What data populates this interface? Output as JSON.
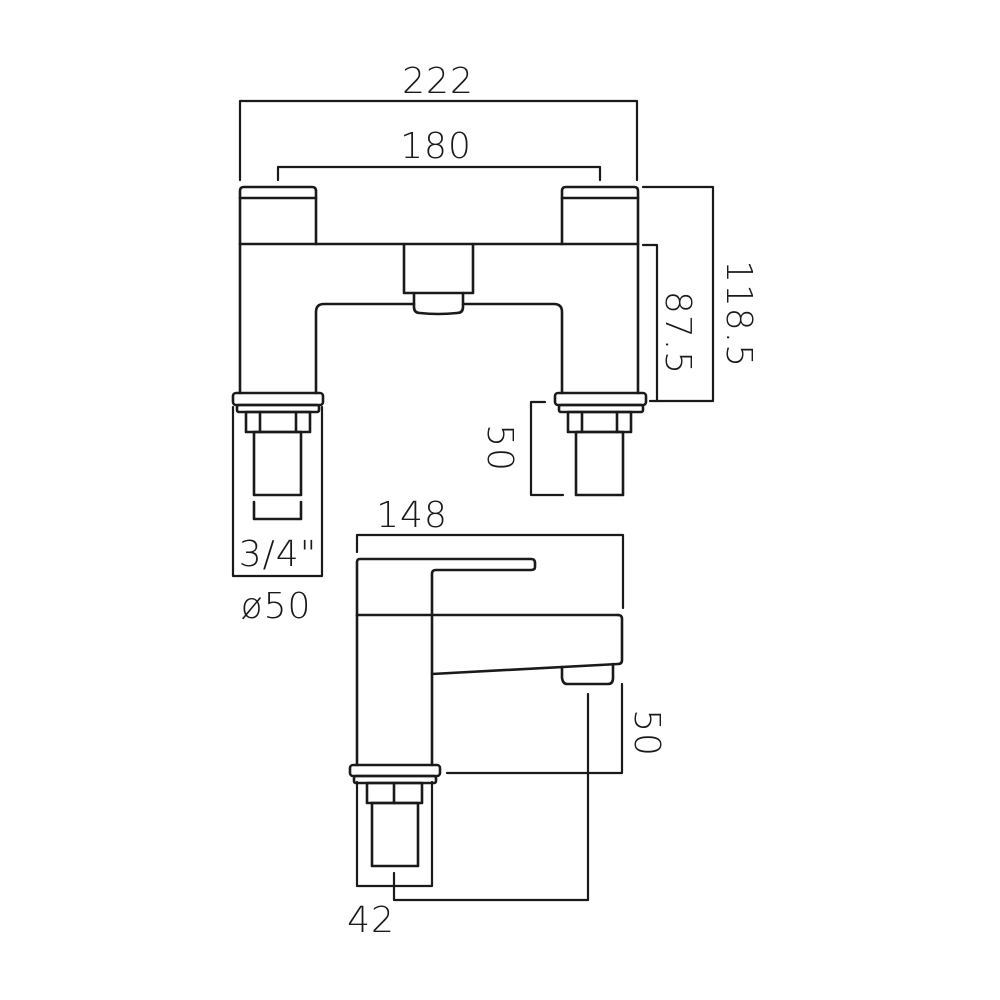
{
  "diagram": {
    "subject": "Bath filler and basin mixer tap technical drawing",
    "units": "mm",
    "background_color": "#ffffff",
    "line_color": "#1a1a1a",
    "bath_filler": {
      "overall_width_label": "222",
      "tap_centres_label": "180",
      "overall_height_label": "118.5",
      "spout_height_label": "87.5",
      "shank_length_label": "50",
      "thread_size_label": "3/4\"",
      "base_diameter_label": "ø50"
    },
    "basin_mixer": {
      "projection_label": "148",
      "spout_clearance_label": "50",
      "spout_reach_label": "42"
    }
  }
}
